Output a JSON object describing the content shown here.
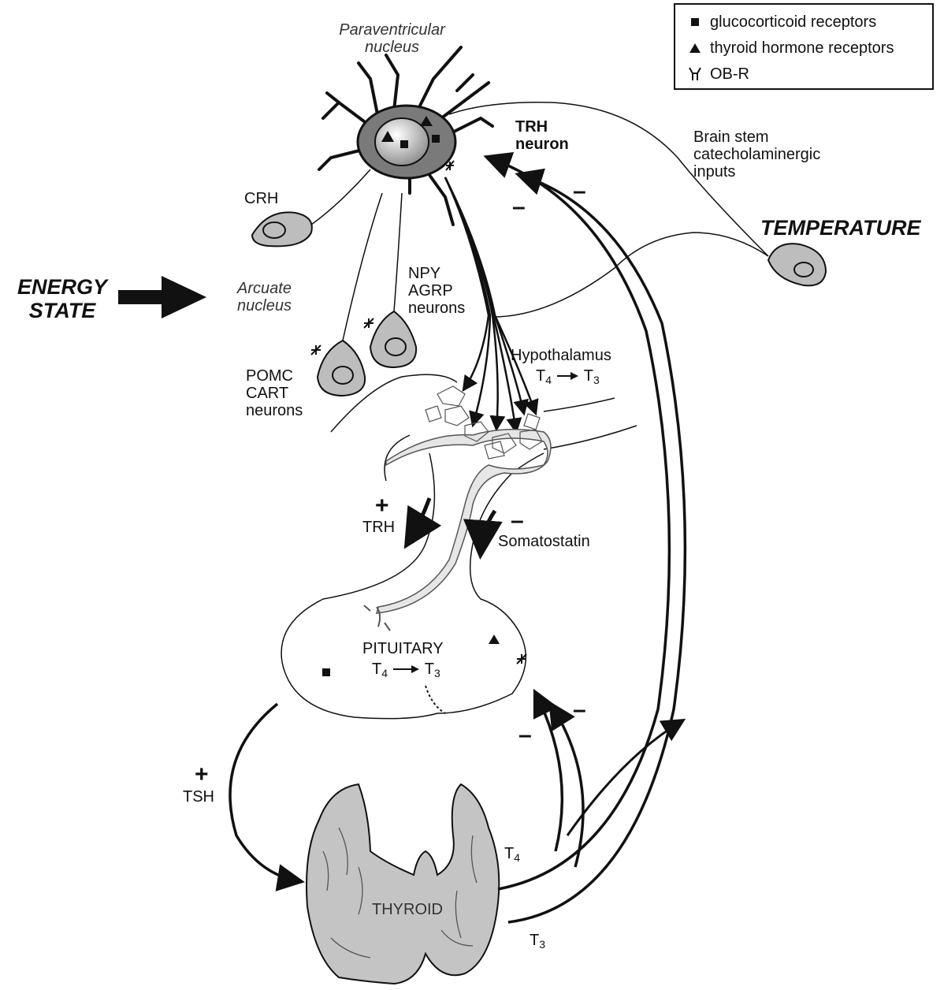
{
  "legend": {
    "glucocorticoid": "glucocorticoid receptors",
    "thyroid_hormone": "thyroid hormone receptors",
    "ob_r": "OB-R"
  },
  "labels": {
    "paraventricular_line1": "Paraventricular",
    "paraventricular_line2": "nucleus",
    "trh_line1": "TRH",
    "trh_line2": "neuron",
    "brainstem_line1": "Brain stem",
    "brainstem_line2": "catecholaminergic",
    "brainstem_line3": "inputs",
    "temperature": "TEMPERATURE",
    "crh": "CRH",
    "energy_line1": "ENERGY",
    "energy_line2": "STATE",
    "arcuate_line1": "Arcuate",
    "arcuate_line2": "nucleus",
    "npy_line1": "NPY",
    "npy_line2": "AGRP",
    "npy_line3": "neurons",
    "pomc_line1": "POMC",
    "pomc_line2": "CART",
    "pomc_line3": "neurons",
    "hypothalamus": "Hypothalamus",
    "t4": "T",
    "t4_sub": "4",
    "t3": "T",
    "t3_sub": "3",
    "trh_release": "TRH",
    "somatostatin": "Somatostatin",
    "pituitary": "PITUITARY",
    "tsh": "TSH",
    "thyroid": "THYROID",
    "plus": "+",
    "minus": "–"
  }
}
